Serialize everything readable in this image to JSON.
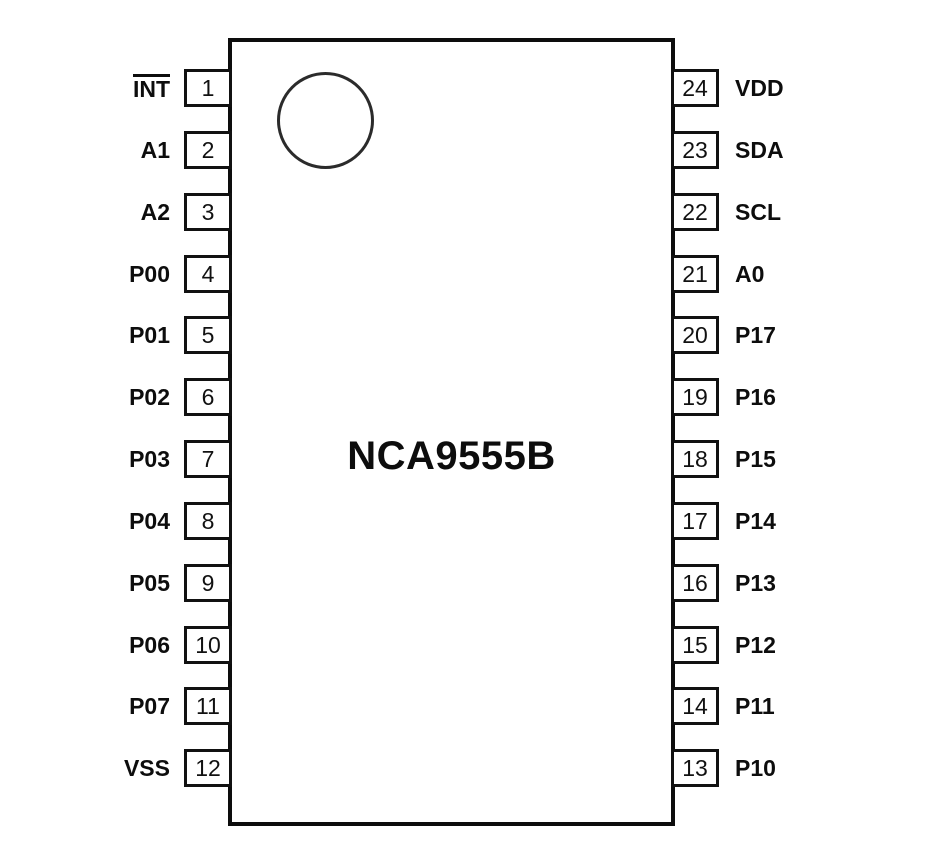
{
  "chip": {
    "title": "NCA9555B",
    "package_pin_count": 24,
    "colors": {
      "body_border": "#0d0d0d",
      "background": "#ffffff",
      "text": "#0d0d0d"
    }
  },
  "pins": {
    "left": [
      {
        "number": "1",
        "label": "INT",
        "active_low": true
      },
      {
        "number": "2",
        "label": "A1"
      },
      {
        "number": "3",
        "label": "A2"
      },
      {
        "number": "4",
        "label": "P00"
      },
      {
        "number": "5",
        "label": "P01"
      },
      {
        "number": "6",
        "label": "P02"
      },
      {
        "number": "7",
        "label": "P03"
      },
      {
        "number": "8",
        "label": "P04"
      },
      {
        "number": "9",
        "label": "P05"
      },
      {
        "number": "10",
        "label": "P06"
      },
      {
        "number": "11",
        "label": "P07"
      },
      {
        "number": "12",
        "label": "VSS"
      }
    ],
    "right": [
      {
        "number": "24",
        "label": "VDD"
      },
      {
        "number": "23",
        "label": "SDA"
      },
      {
        "number": "22",
        "label": "SCL"
      },
      {
        "number": "21",
        "label": "A0"
      },
      {
        "number": "20",
        "label": "P17"
      },
      {
        "number": "19",
        "label": "P16"
      },
      {
        "number": "18",
        "label": "P15"
      },
      {
        "number": "17",
        "label": "P14"
      },
      {
        "number": "16",
        "label": "P13"
      },
      {
        "number": "15",
        "label": "P12"
      },
      {
        "number": "14",
        "label": "P11"
      },
      {
        "number": "13",
        "label": "P10"
      }
    ]
  }
}
